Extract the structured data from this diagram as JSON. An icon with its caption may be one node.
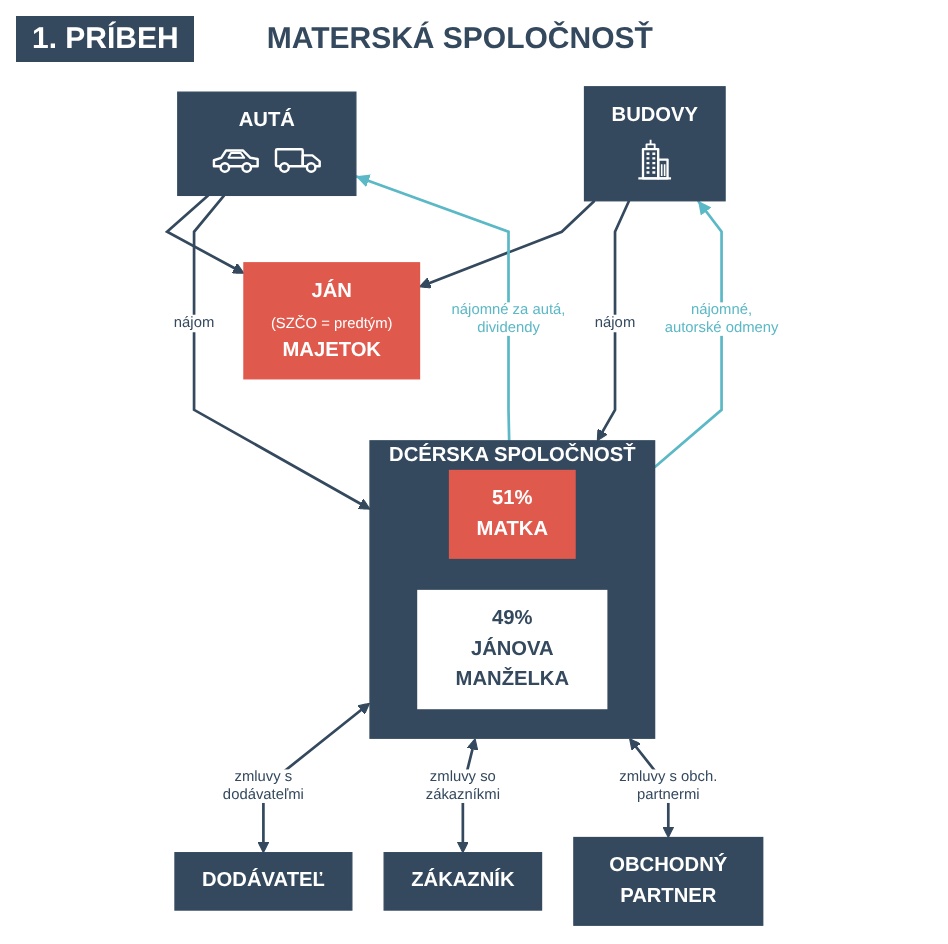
{
  "diagram": {
    "title": "1. PRÍBEH",
    "nodes": [
      {
        "text": [
          "AUTÁ"
        ]
      },
      {
        "text": [
          "JÁN",
          "(SZČO = predtým)",
          "MAJETOK"
        ]
      },
      {
        "text": [
          "BUDOVY"
        ]
      },
      {
        "text": [
          "DCÉRSKA SPOLOČNOSŤ"
        ]
      },
      {
        "text": [
          "51%",
          "MATKA"
        ],
        "in": 3
      },
      {
        "text": [
          "49%",
          "JÁNOVA MANŽELKA"
        ],
        "in": 3
      },
      {
        "text": [
          "DODÁVATEĽ"
        ]
      },
      {
        "text": [
          "ZÁKAZNÍK"
        ]
      },
      {
        "text": [
          "OBCHODNÝ PARTNER"
        ]
      }
    ],
    "edges": [
      {
        "from": 0,
        "to": 1,
        "arrow": "to"
      },
      {
        "from": 2,
        "to": 1,
        "arrow": "to"
      },
      {
        "from": 0,
        "to": 3,
        "arrow": "to",
        "label": "nájom"
      },
      {
        "from": 2,
        "to": 3,
        "arrow": "to",
        "label": "nájom"
      },
      {
        "from": 3,
        "to": 0,
        "arrow": "to",
        "label": "nájomné za autá, dividendy",
        "color": "#5bb8c6"
      },
      {
        "from": 3,
        "to": 2,
        "arrow": "to",
        "label": "nájomné, autorské odmeny",
        "color": "#5bb8c6"
      },
      {
        "from": 3,
        "to": 6,
        "arrow": "both",
        "label": "zmluvy s dodávateľmi"
      },
      {
        "from": 3,
        "to": 7,
        "arrow": "both",
        "label": "zmluvy so zákazníkmi"
      },
      {
        "from": 3,
        "to": 8,
        "arrow": "both",
        "label": "zmluvy s obch. partnermi"
      }
    ],
    "labels": [
      "MATERSKÁ SPOLOČNOSŤ"
    ]
  }
}
